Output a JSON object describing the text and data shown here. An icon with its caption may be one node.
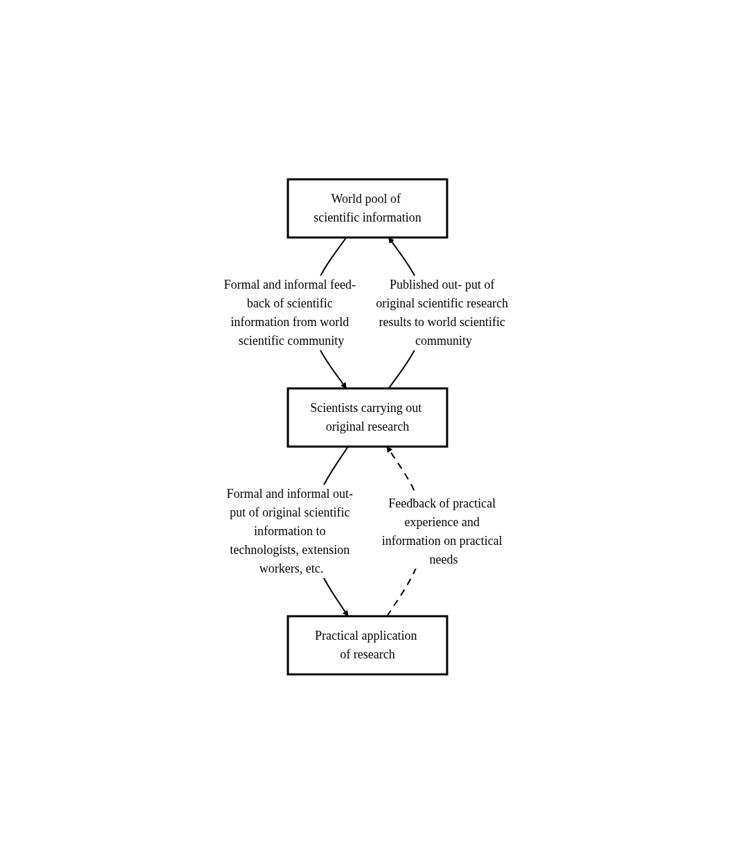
{
  "diagram": {
    "nodes": [
      {
        "text": [
          "World pool of scientific information"
        ]
      },
      {
        "text": [
          "Scientists carrying out original research"
        ]
      },
      {
        "text": [
          "Practical application of research"
        ]
      }
    ],
    "edges": [
      {
        "from": 0,
        "to": 1,
        "arrow": "to",
        "label": "Formal and informal feed- back of scientific information from world scientific community"
      },
      {
        "from": 1,
        "to": 0,
        "arrow": "to",
        "label": "Published out- put of original scientific research results to world scientific community"
      },
      {
        "from": 1,
        "to": 2,
        "arrow": "to",
        "label": "Formal and informal out- put of original scientific information to technologists, extension workers, etc."
      },
      {
        "from": 2,
        "to": 1,
        "arrow": "to",
        "style": "dashed",
        "label": "Feedback of practical experience and information on practical needs"
      }
    ]
  }
}
